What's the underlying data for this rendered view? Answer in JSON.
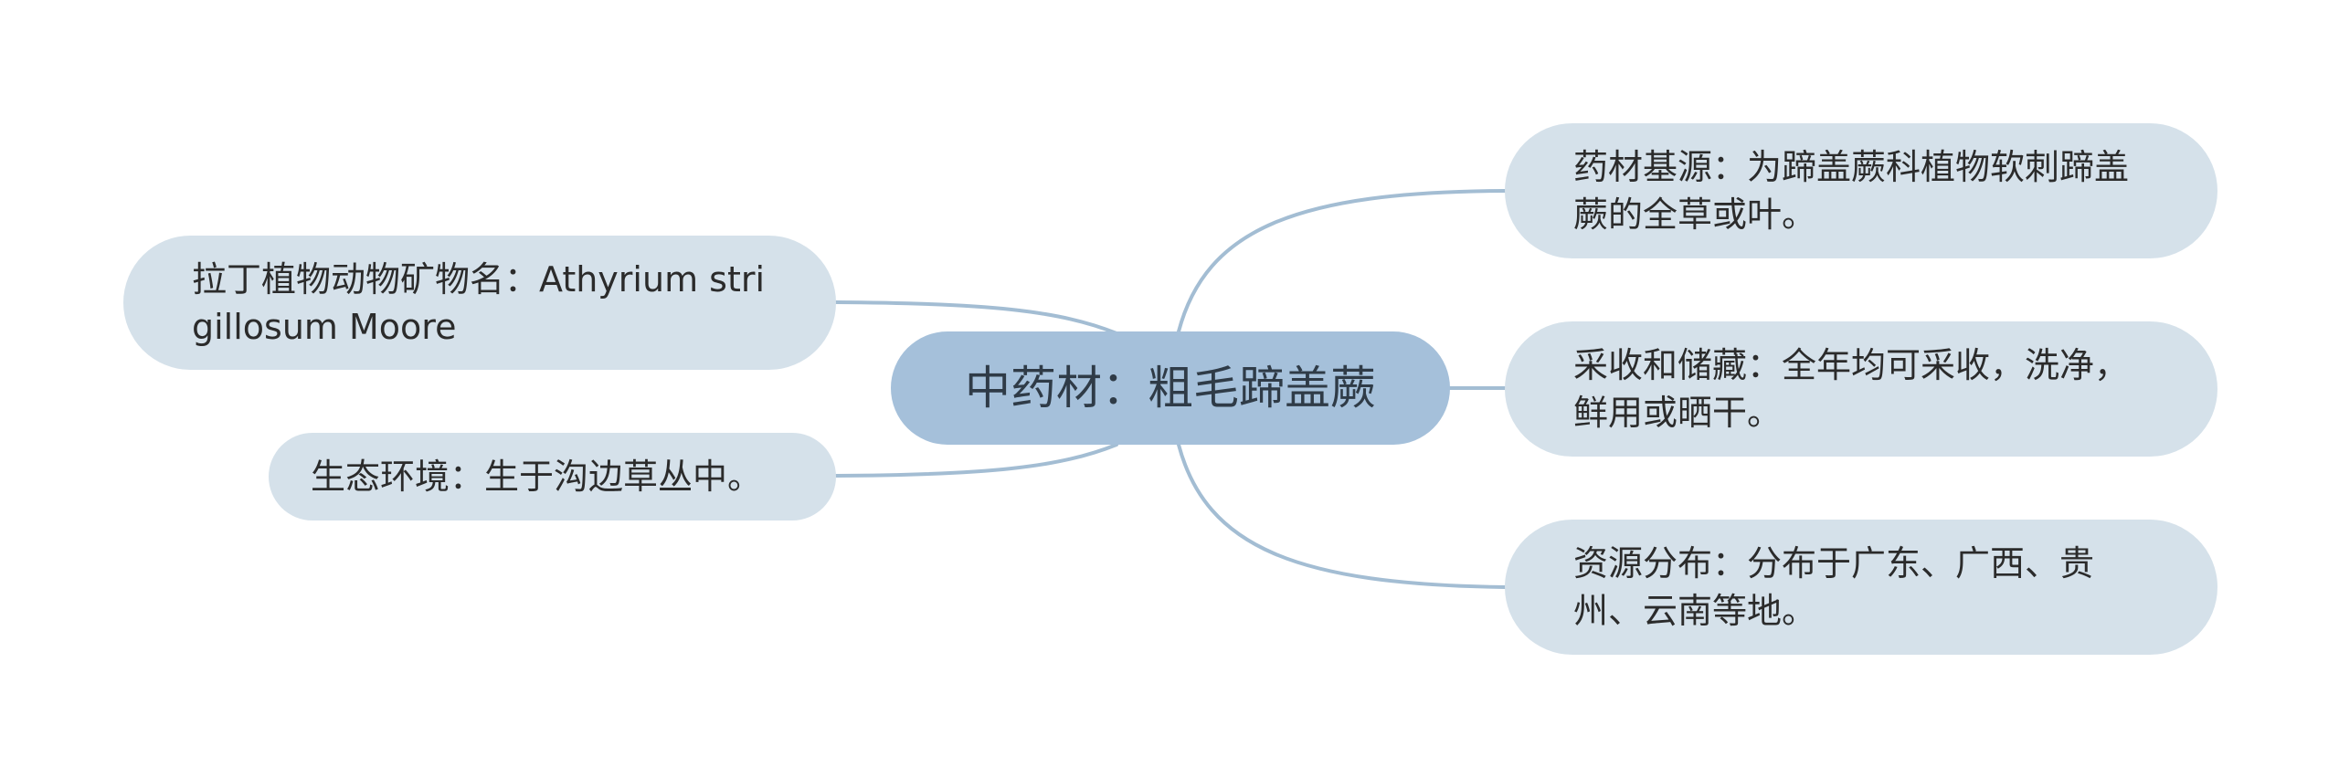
{
  "central": {
    "label": "中药材：粗毛蹄盖蕨"
  },
  "branches": {
    "latin_name": "拉丁植物动物矿物名：Athyrium strigillosum Moore",
    "ecology": "生态环境：生于沟边草丛中。",
    "source": "药材基源：为蹄盖蕨科植物软刺蹄盖蕨的全草或叶。",
    "harvest": "采收和储藏：全年均可采收，洗净，鲜用或晒干。",
    "distribution": "资源分布：分布于广东、广西、贵州、云南等地。"
  },
  "colors": {
    "central_fill": "#a5c0da",
    "branch_fill": "#d5e1ea",
    "connector": "#a3bdd3",
    "text": "#2b2b2b"
  }
}
